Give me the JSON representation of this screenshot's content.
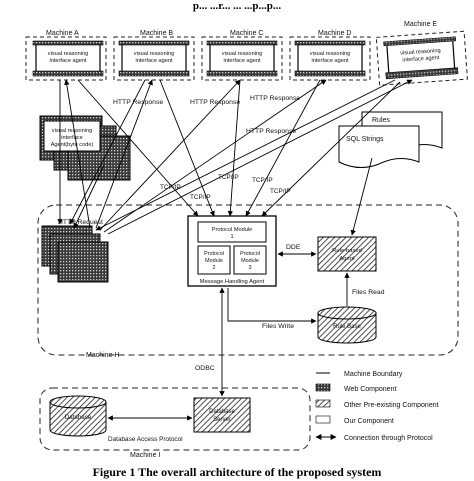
{
  "header_fragment": "p... ...r... ... ...p...p...",
  "machines": {
    "a": "Machine A",
    "b": "Machine B",
    "c": "Machine C",
    "d": "Machine D",
    "e": "Machine E",
    "h": "Machine H",
    "i": "Machine I"
  },
  "agent_label_line1": "visual reasoning",
  "agent_label_line2": "interface agent",
  "bytecode_agent": [
    "visual reasoning",
    "interface",
    "Agent(byte code)"
  ],
  "connections": {
    "http_response": "HTTP Response",
    "http_request": "HTTP Request",
    "tcpip": "TCP/IP",
    "dde": "DDE",
    "odbc": "ODBC",
    "files_read": "Files Read",
    "files_write": "Files Write",
    "db_access_protocol": "Database Access Protocol"
  },
  "rules_label": "Rules",
  "sql_label": "SQL Strings",
  "mha": {
    "module1": [
      "Protocol Module",
      "1"
    ],
    "module2": [
      "Protocol",
      "Module",
      "2"
    ],
    "module3": [
      "Protocol",
      "Module",
      "3"
    ],
    "title": "Message Handling Agent"
  },
  "rule_based_agent": [
    "Rule-based",
    "Agent"
  ],
  "rule_base": "Rule Base",
  "database": "Database",
  "db_server": [
    "Database",
    "Server"
  ],
  "legend": [
    {
      "kind": "dash",
      "label": "Machine Boundary"
    },
    {
      "kind": "web",
      "label": "Web Component"
    },
    {
      "kind": "hatch",
      "label": "Other Pre-existing Component"
    },
    {
      "kind": "blank",
      "label": "Our Component"
    },
    {
      "kind": "arrow",
      "label": "Connection through Protocol"
    }
  ],
  "caption": "Figure 1 The overall architecture of the proposed system"
}
